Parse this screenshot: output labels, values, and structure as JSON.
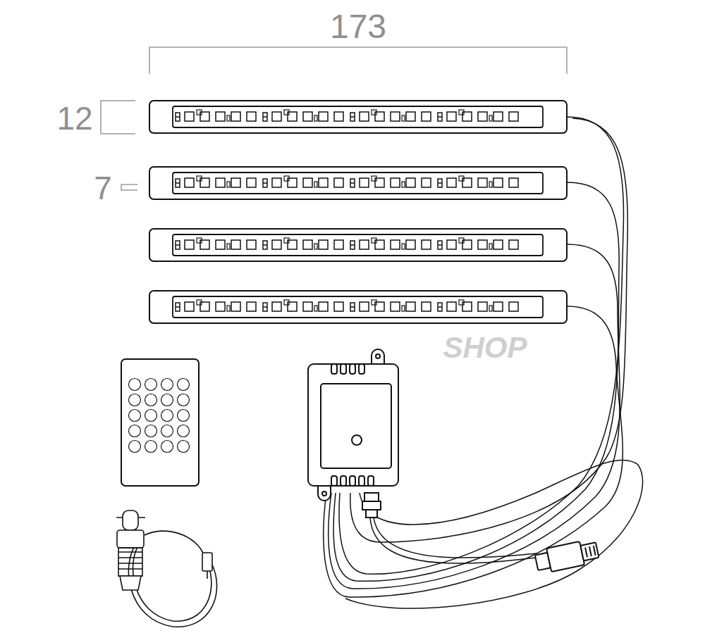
{
  "diagram": {
    "labels": [
      "173",
      "12",
      "7",
      "SHOP"
    ]
  }
}
